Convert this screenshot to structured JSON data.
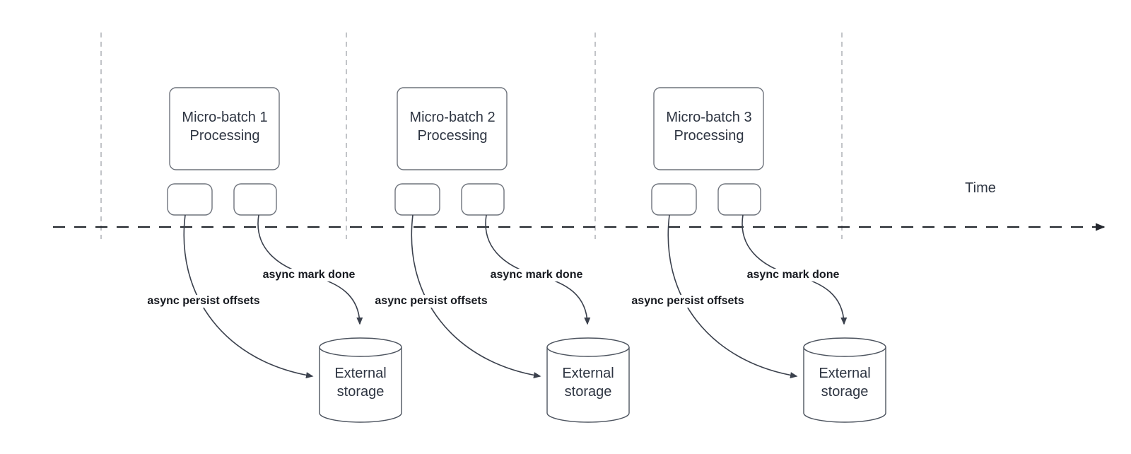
{
  "time_axis": {
    "label": "Time"
  },
  "groups": [
    {
      "batch": "Micro-batch 1\nProcessing",
      "persist": "async persist offsets",
      "mark_done": "async mark done",
      "storage": "External\nstorage"
    },
    {
      "batch": "Micro-batch 2\nProcessing",
      "persist": "async persist offsets",
      "mark_done": "async mark done",
      "storage": "External\nstorage"
    },
    {
      "batch": "Micro-batch 3\nProcessing",
      "persist": "async persist offsets",
      "mark_done": "async mark done",
      "storage": "External\nstorage"
    }
  ],
  "colors": {
    "background": "#ffffff",
    "timeline": "#23272e",
    "arrow": "#3b414d",
    "shape_border": "#6e737c",
    "cylinder_border": "#4d545f",
    "guide_dashed": "#b3b5ba",
    "text": "#2e3542",
    "label_text": "#16191f"
  }
}
